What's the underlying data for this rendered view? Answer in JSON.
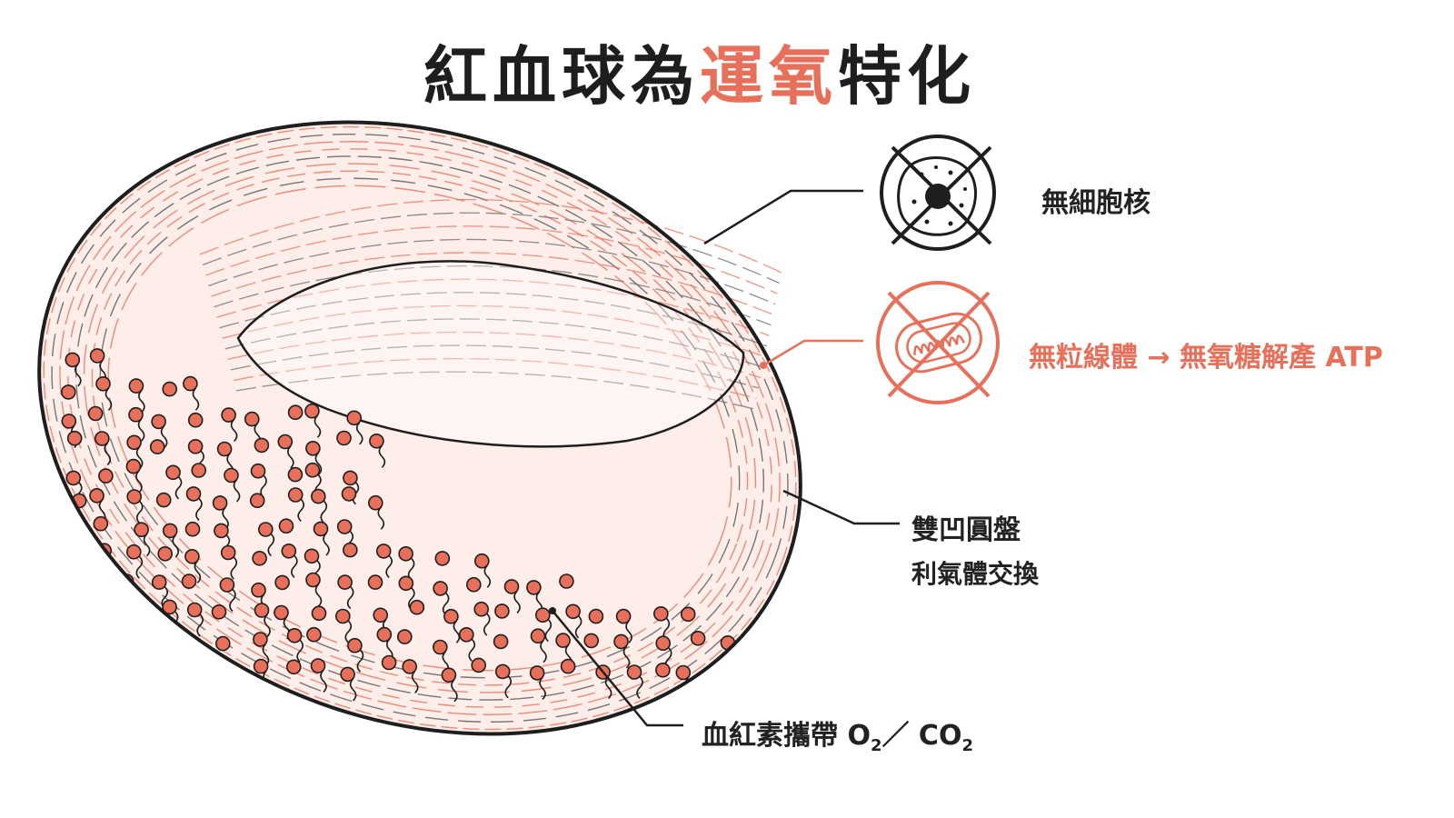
{
  "title": {
    "part1": "紅血球為",
    "highlight": "運氧",
    "part2": "特化"
  },
  "labels": {
    "no_nucleus": "無細胞核",
    "no_mito": "無粒線體 → 無氧糖解產 ATP",
    "shape": "雙凹圓盤",
    "shape_sub": "利氣體交換",
    "hemoglobin_prefix": "血紅素攜帶 O",
    "hemoglobin_mid": "／ CO",
    "subscript": "2"
  },
  "colors": {
    "accent": "#e8705a",
    "ink": "#1e1e1e",
    "cell_fill": "#fdeeea"
  }
}
